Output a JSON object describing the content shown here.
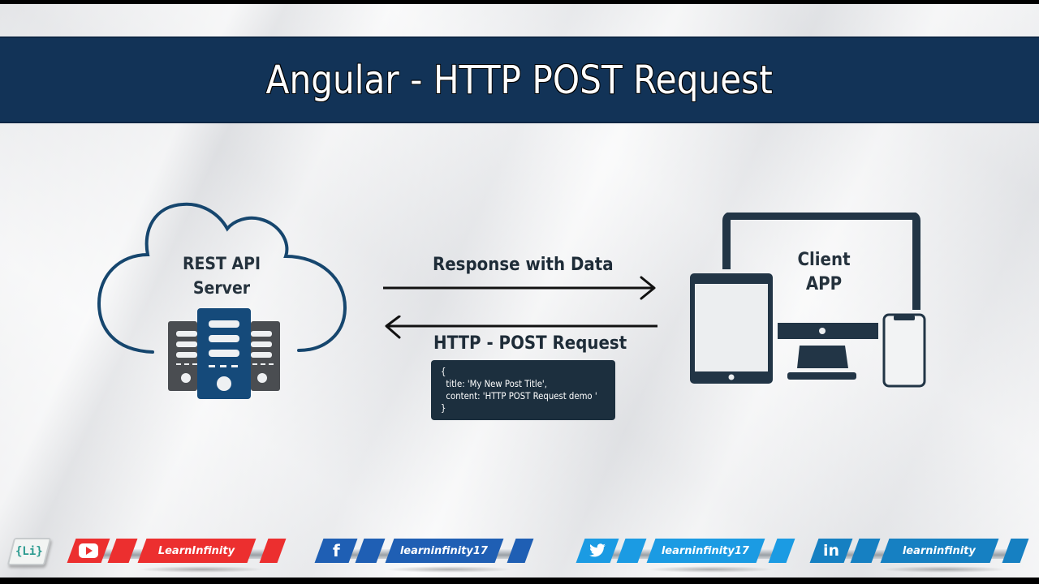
{
  "header": {
    "title": "Angular - HTTP POST Request"
  },
  "diagram": {
    "server": {
      "line1": "REST API",
      "line2": "Server",
      "icon": "cloud-server-icon"
    },
    "client": {
      "line1": "Client",
      "line2": "APP",
      "icon": "multi-device-icon"
    },
    "response_arrow": {
      "label": "Response with Data",
      "direction": "server-to-client"
    },
    "request_arrow": {
      "label": "HTTP - POST Request",
      "direction": "client-to-server"
    },
    "payload": {
      "lines": [
        "{",
        "  title: 'My New Post Title',",
        "  content: 'HTTP POST Request demo '",
        "}"
      ]
    }
  },
  "colors": {
    "header_bg": "#123357",
    "cloud_stroke": "#16466e",
    "server_primary": "#154a7a",
    "server_secondary": "#4a4d51",
    "client_dark": "#223546",
    "code_bg": "#1c2f3e"
  },
  "footer": {
    "logo": "{Li}",
    "social": [
      {
        "platform": "youtube",
        "icon": "youtube-icon",
        "handle": "LearnInfinity",
        "color": "#ec2f2f",
        "dark": "#a41f1f"
      },
      {
        "platform": "facebook",
        "icon": "facebook-icon",
        "handle": "learninfinity17",
        "color": "#1f5fb4",
        "dark": "#163e76",
        "glyph": "f"
      },
      {
        "platform": "twitter",
        "icon": "twitter-icon",
        "handle": "learninfinity17",
        "color": "#1b9be3",
        "dark": "#1468a0"
      },
      {
        "platform": "linkedin",
        "icon": "linkedin-icon",
        "handle": "learninfinity",
        "color": "#1680c2",
        "dark": "#0f5785",
        "glyph": "in"
      }
    ]
  }
}
